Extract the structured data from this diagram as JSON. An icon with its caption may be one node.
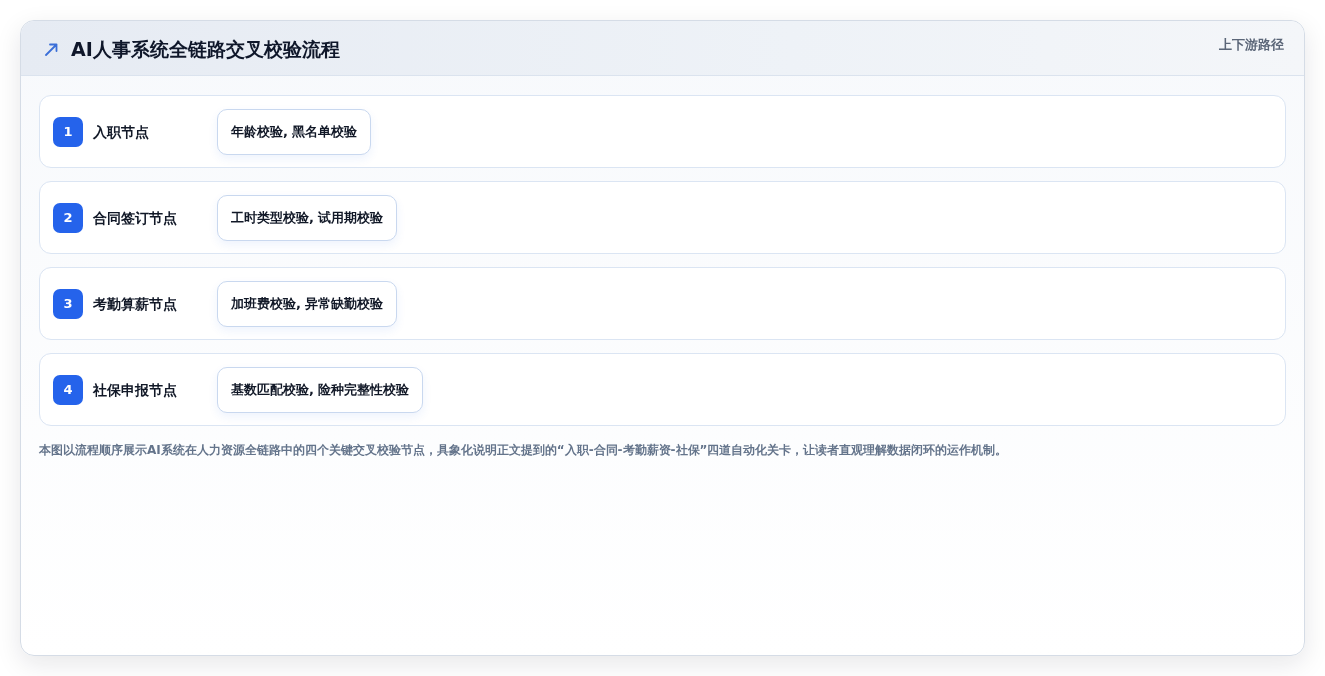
{
  "diagram": {
    "title": "AI人事系统全链路交叉校验流程",
    "caption": "本图以流程顺序展示AI系统在人力资源全链路中的四个关键交叉校验节点，具象化说明正文提到的“入职-合同-考勤薪资-社保”四道自动化关卡，让读者直观理解数据闭环的运作机制。",
    "nodes": [
      {
        "text": [
          "入职节点"
        ]
      },
      {
        "text": [
          "1"
        ],
        "in": 0
      },
      {
        "text": [
          "年龄校验, 黑名单校验"
        ],
        "in": 0
      },
      {
        "text": [
          "合同签订节点"
        ]
      },
      {
        "text": [
          "2"
        ],
        "in": 3
      },
      {
        "text": [
          "工时类型校验, 试用期校验"
        ],
        "in": 3
      },
      {
        "text": [
          "考勤算薪节点"
        ]
      },
      {
        "text": [
          "3"
        ],
        "in": 6
      },
      {
        "text": [
          "加班费校验, 异常缺勤校验"
        ],
        "in": 6
      },
      {
        "text": [
          "社保申报节点"
        ]
      },
      {
        "text": [
          "4"
        ],
        "in": 9
      },
      {
        "text": [
          "基数匹配校验, 险种完整性校验"
        ],
        "in": 9
      }
    ],
    "labels": [
      "上下游路径"
    ]
  }
}
